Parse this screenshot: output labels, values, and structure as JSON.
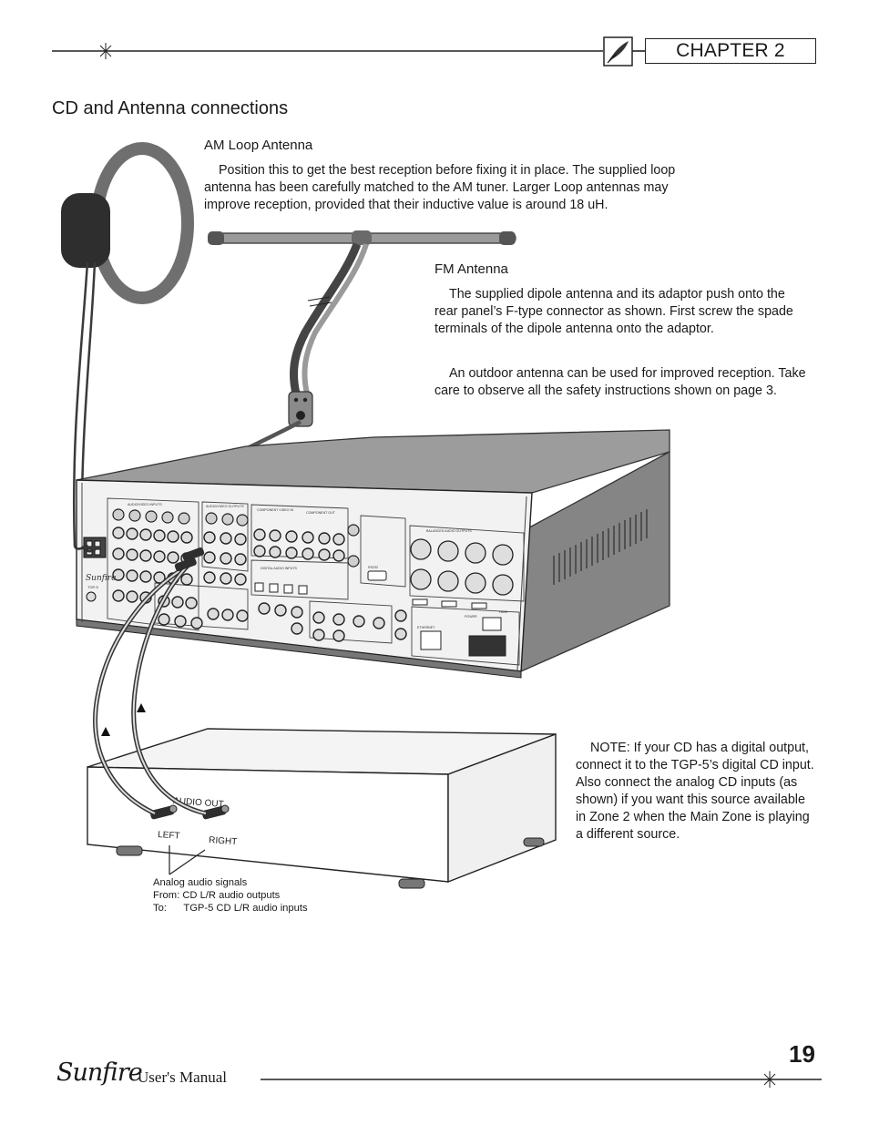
{
  "header": {
    "chapter_label": "CHAPTER 2"
  },
  "section": {
    "title": "CD and Antenna connections"
  },
  "am_antenna": {
    "title": "AM Loop Antenna",
    "paragraph": "Position this to get the best reception before fixing it in place. The supplied loop antenna has been carefully matched to the AM tuner. Larger Loop antennas may improve reception, provided that their inductive value is around 18 uH."
  },
  "fm_antenna": {
    "title": "FM Antenna",
    "paragraph1": "The supplied dipole antenna and its adaptor push onto the rear panel’s F-type connector as shown. First screw the spade terminals of the dipole antenna onto the adaptor.",
    "paragraph2": "An outdoor antenna can be used for improved reception. Take care to observe all the safety instructions shown on page 3."
  },
  "note": {
    "text": "NOTE: If your CD has a digital output, connect it to the TGP-5’s digital CD input. Also connect the analog CD inputs (as shown) if you want this source available in Zone 2 when the Main Zone is playing a different source."
  },
  "cd_player": {
    "audio_out_label": "AUDIO OUT",
    "left_label": "LEFT",
    "right_label": "RIGHT"
  },
  "caption": {
    "line1": "Analog audio signals",
    "line2": "From: CD L/R audio outputs",
    "line3": "To:      TGP-5 CD L/R audio inputs"
  },
  "receiver_panel": {
    "brand_label": "Sunfire",
    "model_label": "TGP-5",
    "section_labels": [
      "AUDIO/VIDEO INPUTS",
      "AUDIO/VIDEO OUTPUTS",
      "COMPONENT VIDEO IN",
      "COMPONENT OUT",
      "BALANCED AUDIO OUTPUTS",
      "DIGITAL AUDIO INPUTS",
      "ETHERNET",
      "HDMI",
      "POWER",
      "RS232"
    ]
  },
  "footer": {
    "brand": "Sunfire",
    "manual_label": "User's Manual",
    "page_number": "19"
  },
  "colors": {
    "ink": "#1a1a1a",
    "panel_gray": "#8a8a8a",
    "panel_dark": "#5a5a5a",
    "cable": "#555555"
  }
}
